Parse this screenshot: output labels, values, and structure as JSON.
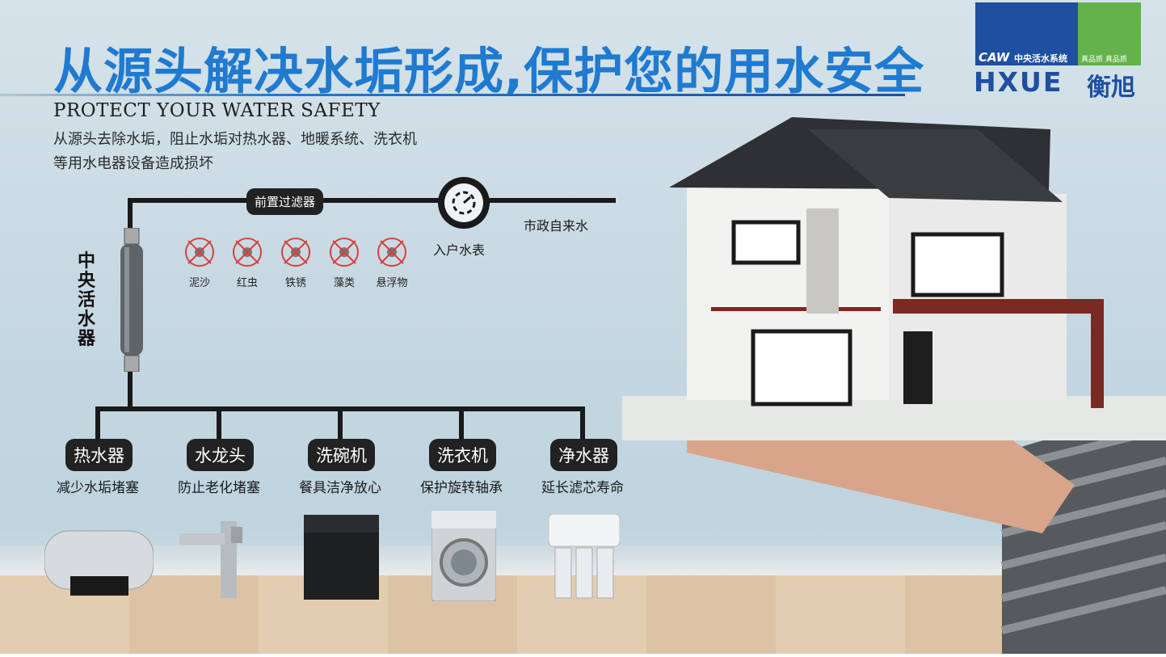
{
  "header": {
    "title": "从源头解决水垢形成,保护您的用水安全",
    "subtitle_en": "PROTECT YOUR WATER SAFETY",
    "desc_line1": "从源头去除水垢，阻止水垢对热水器、地暖系统、洗衣机",
    "desc_line2": "等用水电器设备造成损坏"
  },
  "logo": {
    "caw": "CAW",
    "caw_text": "中央活水系统",
    "green_text": "真品质 真品质",
    "brand_en": "HXUE",
    "brand_cn": "衡旭"
  },
  "diagram": {
    "prefilter_label": "前置过滤器",
    "meter_label": "入户水表",
    "municipal_label": "市政自来水",
    "central_device_label": "中央活水器",
    "contaminants": [
      "泥沙",
      "红虫",
      "铁锈",
      "藻类",
      "悬浮物"
    ]
  },
  "appliances": [
    {
      "name": "热水器",
      "benefit": "减少水垢堵塞"
    },
    {
      "name": "水龙头",
      "benefit": "防止老化堵塞"
    },
    {
      "name": "洗碗机",
      "benefit": "餐具洁净放心"
    },
    {
      "name": "洗衣机",
      "benefit": "保护旋转轴承"
    },
    {
      "name": "净水器",
      "benefit": "延长滤芯寿命"
    }
  ],
  "colors": {
    "title_blue": "#1f7ad0",
    "brand_blue": "#1f4fa0",
    "brand_green": "#63b34a",
    "ban_red": "#d9423a"
  }
}
